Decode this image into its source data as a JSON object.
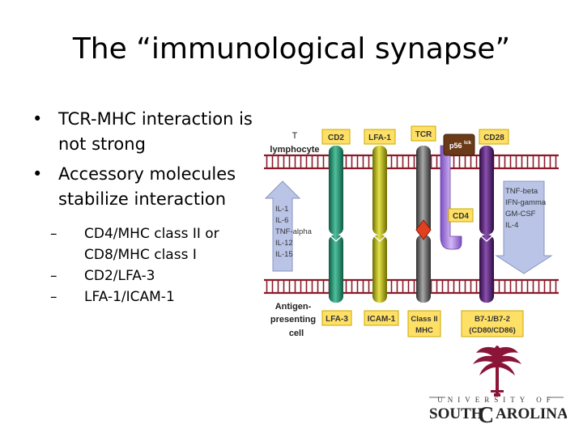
{
  "slide": {
    "title": "The “immunological synapse”",
    "bullets": [
      {
        "text": "TCR-MHC interaction is not strong",
        "lines": [
          "TCR-MHC interaction is",
          "not strong"
        ]
      },
      {
        "text": "Accessory molecules stabilize interaction",
        "lines": [
          "Accessory molecules",
          "stabilize interaction"
        ],
        "sub_bullets": [
          {
            "lines": [
              "CD4/MHC class II or",
              "CD8/MHC class I"
            ]
          },
          {
            "lines": [
              "CD2/LFA-3"
            ]
          },
          {
            "lines": [
              "LFA-1/ICAM-1"
            ]
          }
        ]
      }
    ]
  },
  "diagram": {
    "t_cell_label": [
      "T",
      "lymphocyte"
    ],
    "apc_label": [
      "Antigen-",
      "presenting",
      "cell"
    ],
    "top_molecules": [
      "CD2",
      "LFA-1",
      "TCR",
      "CD28"
    ],
    "kinase_label": "p56",
    "kinase_superscript": "lck",
    "cd4_label": "CD4",
    "bottom_molecules": [
      "LFA-3",
      "ICAM-1"
    ],
    "class2_label": [
      "Class II",
      "MHC"
    ],
    "b7_label": [
      "B7-1/B7-2",
      "(CD80/CD86)"
    ],
    "left_cytokines": [
      "IL-1",
      "IL-6",
      "TNF-alpha",
      "IL-12",
      "IL-15"
    ],
    "right_cytokines": [
      "TNF-beta",
      "IFN-gamma",
      "GM-CSF",
      "IL-4"
    ],
    "colors": {
      "cd2_teal": "#2a8a6e",
      "lfa_olive": "#b5b41a",
      "tcr_grey": "#6e6e6e",
      "cd28_purple": "#5a2a78",
      "kinase_brown": "#6b3a18",
      "mhc_red": "#e0401e",
      "membrane": "#8a1a2a",
      "label_box": "#ffe066",
      "cytokine_arrow": "#b9c4e6"
    }
  },
  "logo": {
    "university": "UNIVERSITY OF",
    "name_part1": "SOUTH",
    "name_c": "C",
    "name_part2": "AROLINA",
    "color": "#8a1538"
  }
}
